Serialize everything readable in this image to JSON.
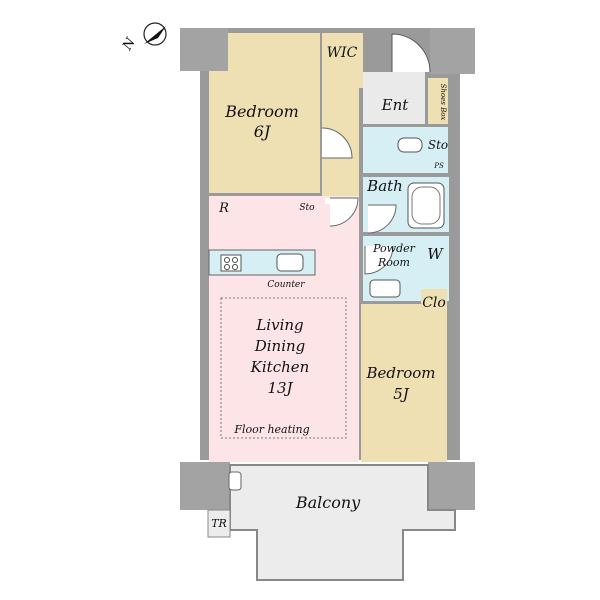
{
  "compass": {
    "label": "N"
  },
  "colors": {
    "bedroom": "#efe0b4",
    "ldk": "#fde4e6",
    "wet": "#d6eff4",
    "hall": "#eaeaea",
    "wall": "#9a9a9a",
    "column": "#a3a3a3",
    "balcony": "#ececec"
  },
  "rooms": {
    "bedroom1": {
      "name": "Bedroom",
      "size": "6J"
    },
    "wic": {
      "name": "WIC"
    },
    "ent": {
      "name": "Ent"
    },
    "shoes_box": {
      "name": "Shoes Box"
    },
    "sto_top": {
      "name": "Sto"
    },
    "ps": {
      "name": "PS"
    },
    "bath": {
      "name": "Bath"
    },
    "r": {
      "name": "R"
    },
    "sto_mid": {
      "name": "Sto"
    },
    "powder": {
      "line1": "Powder",
      "line2": "Room"
    },
    "w": {
      "name": "W"
    },
    "counter": {
      "name": "Counter"
    },
    "clo": {
      "name": "Clo"
    },
    "ldk": {
      "line1": "Living",
      "line2": "Dining",
      "line3": "Kitchen",
      "line4": "13J"
    },
    "floor_heating": {
      "name": "Floor heating"
    },
    "bedroom2": {
      "name": "Bedroom",
      "size": "5J"
    },
    "balcony": {
      "name": "Balcony"
    },
    "tr": {
      "name": "TR"
    }
  }
}
